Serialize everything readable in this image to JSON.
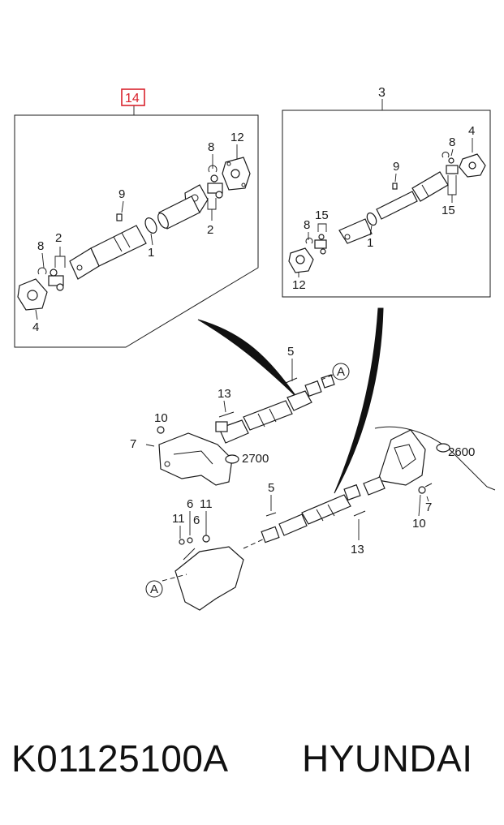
{
  "diagram": {
    "highlight_color": "#d9232d",
    "callouts": {
      "left_box_title": "14",
      "right_box_title": "3",
      "l_8": "8",
      "l_12": "12",
      "l_9": "9",
      "l_2a": "2",
      "l_2b": "2",
      "l_1": "1",
      "l_8b": "8",
      "l_4": "4",
      "r_4": "4",
      "r_8": "8",
      "r_9": "9",
      "r_15a": "15",
      "r_8b": "8",
      "r_15b": "15",
      "r_1": "1",
      "r_12": "12",
      "m_5": "5",
      "m_A": "A",
      "m_13": "13",
      "m_10": "10",
      "m_7": "7",
      "m_2700": "2700",
      "b_2600": "2600",
      "b_5": "5",
      "b_6a": "6",
      "b_11a": "11",
      "b_11b": "11",
      "b_6b": "6",
      "b_7": "7",
      "b_10": "10",
      "b_13": "13",
      "b_A": "A"
    }
  },
  "footer": {
    "part_number": "K01125100A",
    "brand": "HYUNDAI"
  }
}
